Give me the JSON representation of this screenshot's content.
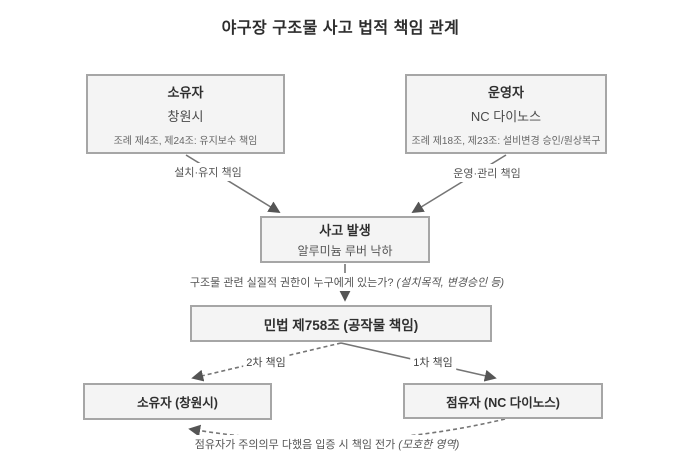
{
  "title": "야구장 구조물 사고 법적 책임 관계",
  "colors": {
    "box_fill": "#f4f4f4",
    "box_border": "#a6a6a6",
    "line": "#757575",
    "arrowhead": "#555555",
    "title_text": "#2d2d2d",
    "label_text": "#555555"
  },
  "nodes": {
    "owner": {
      "title": "소유자",
      "subtitle": "창원시",
      "detail": "조례 제4조, 제24조: 유지보수 책임"
    },
    "operator": {
      "title": "운영자",
      "subtitle": "NC 다이노스",
      "detail": "조례 제18조, 제23조: 설비변경 승인/원상복구"
    },
    "accident": {
      "title": "사고 발생",
      "subtitle": "알루미늄 루버 낙하"
    },
    "law": {
      "title": "민법 제758조 (공작물 책임)"
    },
    "owner_result": {
      "title": "소유자 (창원시)"
    },
    "possessor_result": {
      "title": "점유자 (NC 다이노스)"
    }
  },
  "edge_labels": {
    "install_maintain": "설치·유지 책임",
    "operate_manage": "운영·관리 책임",
    "question": "구조물 관련 실질적 권한이 누구에게 있는가?",
    "question_note": "(설치목적, 변경승인 등)",
    "secondary": "2차 책임",
    "primary": "1차 책임",
    "transfer": "점유자가 주의의무 다했음 입증 시 책임 전가",
    "transfer_note": "(모호한 영역)"
  }
}
